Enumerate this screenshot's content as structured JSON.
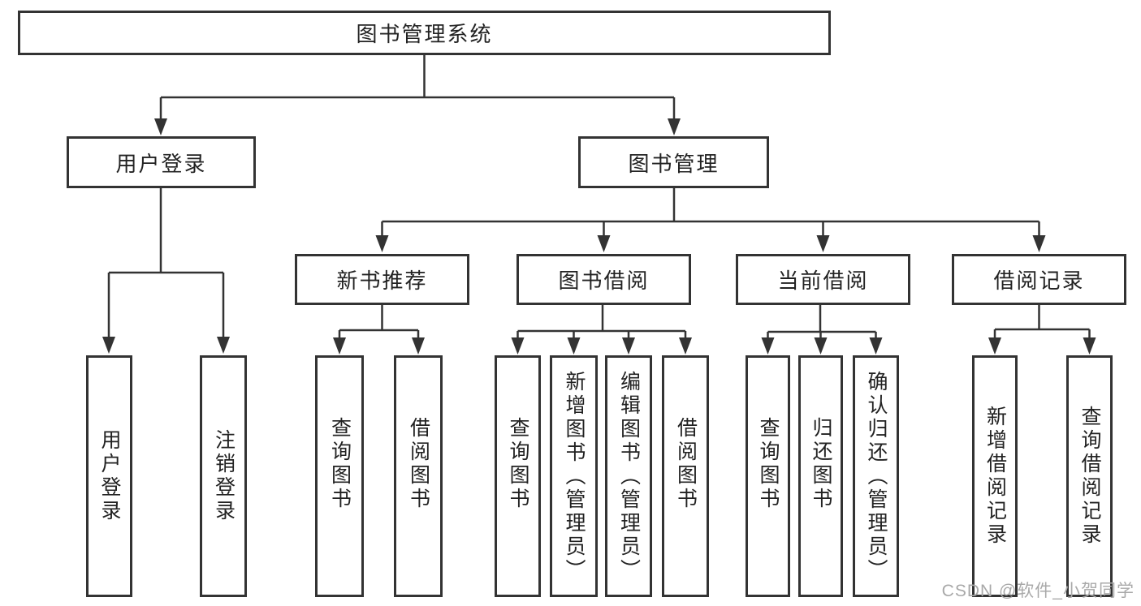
{
  "diagram": {
    "type": "hierarchy-tree",
    "colors": {
      "line": "#333333",
      "text": "#222222",
      "watermark": "#a9a9a9",
      "background": "#ffffff"
    },
    "tree": {
      "label": "图书管理系统",
      "children": [
        {
          "label": "用户登录",
          "children": [
            {
              "label": "用户登录"
            },
            {
              "label": "注销登录"
            }
          ]
        },
        {
          "label": "图书管理",
          "children": [
            {
              "label": "新书推荐",
              "children": [
                {
                  "label": "查询图书"
                },
                {
                  "label": "借阅图书"
                }
              ]
            },
            {
              "label": "图书借阅",
              "children": [
                {
                  "label": "查询图书"
                },
                {
                  "label": "新增图书（管理员）"
                },
                {
                  "label": "编辑图书（管理员）"
                },
                {
                  "label": "借阅图书"
                }
              ]
            },
            {
              "label": "当前借阅",
              "children": [
                {
                  "label": "查询图书"
                },
                {
                  "label": "归还图书"
                },
                {
                  "label": "确认归还（管理员）"
                }
              ]
            },
            {
              "label": "借阅记录",
              "children": [
                {
                  "label": "新增借阅记录"
                },
                {
                  "label": "查询借阅记录"
                }
              ]
            }
          ]
        }
      ]
    },
    "watermark": {
      "text": "CSDN @软件_小贺同学"
    }
  }
}
